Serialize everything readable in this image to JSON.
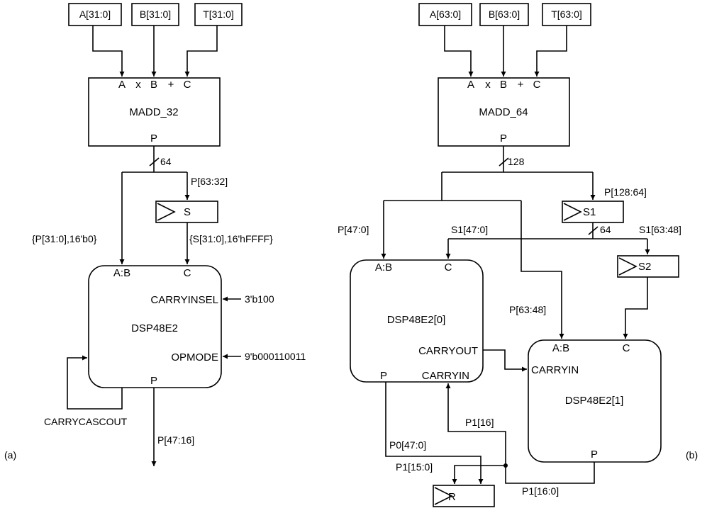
{
  "left": {
    "panel_label": "(a)",
    "inputs": {
      "a": "A[31:0]",
      "b": "B[31:0]",
      "t": "T[31:0]"
    },
    "madd": {
      "name": "MADD_32",
      "port_a": "A",
      "op_x": "x",
      "port_b": "B",
      "op_plus": "+",
      "port_c": "C",
      "port_p": "P"
    },
    "bus_width": "64",
    "p_high": "P[63:32]",
    "reg": {
      "name": "S"
    },
    "ab_concat": "{P[31:0],16'b0}",
    "c_concat": "{S[31:0],16'hFFFF}",
    "dsp": {
      "name": "DSP48E2",
      "port_ab": "A:B",
      "port_c": "C",
      "port_p": "P",
      "carryinsel": "CARRYINSEL",
      "opmode": "OPMODE"
    },
    "carryinsel_value": "3'b100",
    "opmode_value": "9'b000110011",
    "cascade": "CARRYCASCOUT",
    "output": "P[47:16]"
  },
  "right": {
    "panel_label": "(b)",
    "inputs": {
      "a": "A[63:0]",
      "b": "B[63:0]",
      "t": "T[63:0]"
    },
    "madd": {
      "name": "MADD_64",
      "port_a": "A",
      "op_x": "x",
      "port_b": "B",
      "op_plus": "+",
      "port_c": "C",
      "port_p": "P"
    },
    "bus_width": "128",
    "p_high": "P[128:64]",
    "reg_s1": {
      "name": "S1"
    },
    "s1_width": "64",
    "p_low": "P[47:0]",
    "s1_low": "S1[47:0]",
    "s1_high": "S1[63:48]",
    "reg_s2": {
      "name": "S2"
    },
    "p_mid": "P[63:48]",
    "dsp0": {
      "name": "DSP48E2[0]",
      "port_ab": "A:B",
      "port_c": "C",
      "carryout": "CARRYOUT",
      "port_p": "P",
      "carryin": "CARRYIN"
    },
    "dsp1": {
      "name": "DSP48E2[1]",
      "port_ab": "A:B",
      "port_c": "C",
      "carryin": "CARRYIN",
      "port_p": "P"
    },
    "p1_bit16": "P1[16]",
    "p0": "P0[47:0]",
    "p1_low": "P1[15:0]",
    "p1_full": "P1[16:0]",
    "reg_r": {
      "name": "R"
    }
  }
}
